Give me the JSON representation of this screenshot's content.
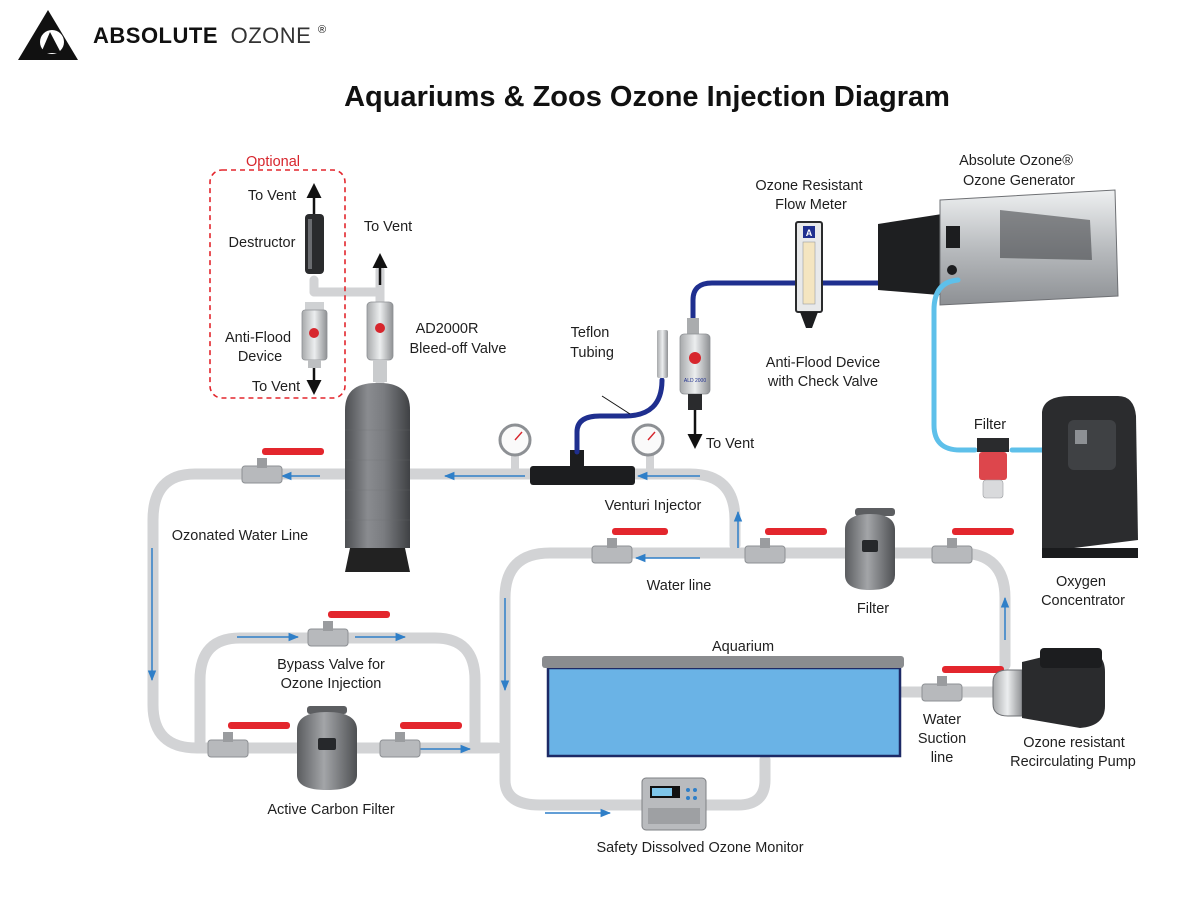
{
  "brand": {
    "name_bold": "ABSOLUTE",
    "name_light": "OZONE",
    "reg": "®"
  },
  "title": "Aquariums & Zoos Ozone Injection Diagram",
  "labels": {
    "optional": "Optional",
    "to_vent_destructor": "To Vent",
    "destructor": "Destructor",
    "anti_flood_device_1": "Anti-Flood",
    "anti_flood_device_2": "Device",
    "to_vent_antiflood": "To Vent",
    "to_vent_bleed": "To Vent",
    "ad2000r_1": "AD2000R",
    "ad2000r_2": "Bleed-off Valve",
    "teflon_1": "Teflon",
    "teflon_2": "Tubing",
    "flowmeter_1": "Ozone Resistant",
    "flowmeter_2": "Flow Meter",
    "generator_1": "Absolute Ozone®",
    "generator_2": "Ozone Generator",
    "afd_check_1": "Anti-Flood Device",
    "afd_check_2": "with Check Valve",
    "to_vent_afd": "To Vent",
    "filter_top": "Filter",
    "venturi": "Venturi Injector",
    "ozonated_line": "Ozonated Water Line",
    "water_line": "Water line",
    "filter_mid": "Filter",
    "oxygen_1": "Oxygen",
    "oxygen_2": "Concentrator",
    "bypass_1": "Bypass Valve for",
    "bypass_2": "Ozone Injection",
    "aquarium": "Aquarium",
    "suction_1": "Water",
    "suction_2": "Suction",
    "suction_3": "line",
    "pump_1": "Ozone resistant",
    "pump_2": "Recirculating Pump",
    "carbon": "Active Carbon Filter",
    "monitor": "Safety Dissolved Ozone Monitor",
    "rotameter_mark": "A",
    "afd_badge": "ALD 2000"
  },
  "colors": {
    "pipe": "#d2d3d5",
    "flow_arrow": "#2f7fc8",
    "teflon": "#1f2f8f",
    "oxygen_tube": "#5ec0ea",
    "water": "#6ab3e6",
    "tank_rim": "#8a8c8f",
    "valve_handle": "#e3262d",
    "optional_border": "#e3262d"
  }
}
